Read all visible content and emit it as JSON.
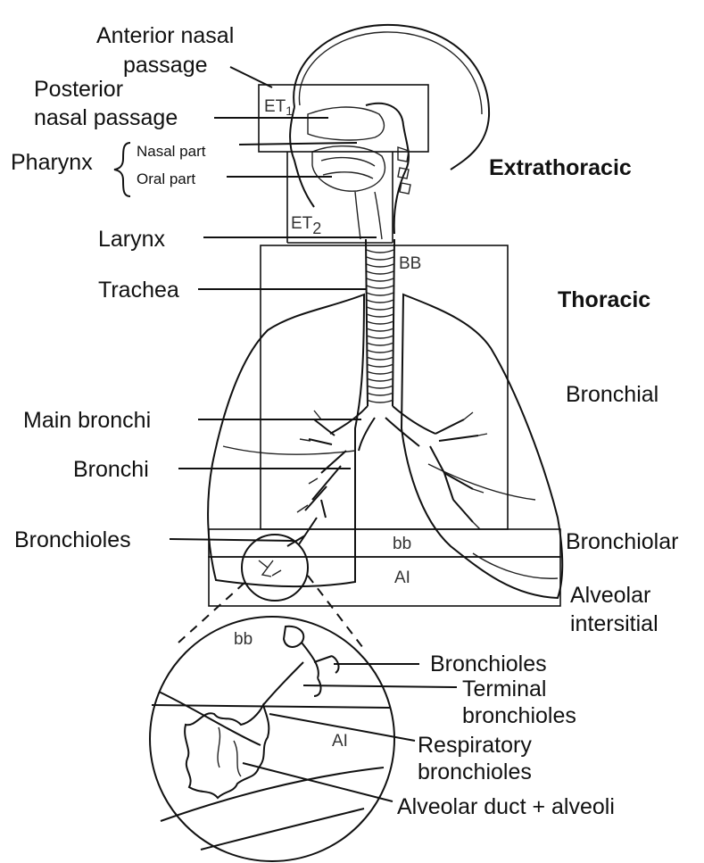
{
  "labels": {
    "anterior_nasal_1": "Anterior nasal",
    "anterior_nasal_2": "passage",
    "posterior_nasal_1": "Posterior",
    "posterior_nasal_2": "nasal passage",
    "pharynx": "Pharynx",
    "nasal_part": "Nasal part",
    "oral_part": "Oral part",
    "larynx": "Larynx",
    "trachea": "Trachea",
    "main_bronchi": "Main bronchi",
    "bronchi": "Bronchi",
    "bronchioles": "Bronchioles"
  },
  "regions": {
    "et1": "ET",
    "et1_sub": "1",
    "et2": "ET",
    "et2_sub": "2",
    "bb_upper": "BB",
    "bb_lower": "bb",
    "ai": "AI",
    "extrathoracic": "Extrathoracic",
    "thoracic": "Thoracic",
    "bronchial": "Bronchial",
    "bronchiolar": "Bronchiolar",
    "alveolar_1": "Alveolar",
    "alveolar_2": "intersitial"
  },
  "inset": {
    "bb": "bb",
    "ai": "AI",
    "bronchioles": "Bronchioles",
    "terminal_1": "Terminal",
    "terminal_2": "bronchioles",
    "respiratory_1": "Respiratory",
    "respiratory_2": "bronchioles",
    "alveolar_duct": "Alveolar duct + alveoli"
  }
}
